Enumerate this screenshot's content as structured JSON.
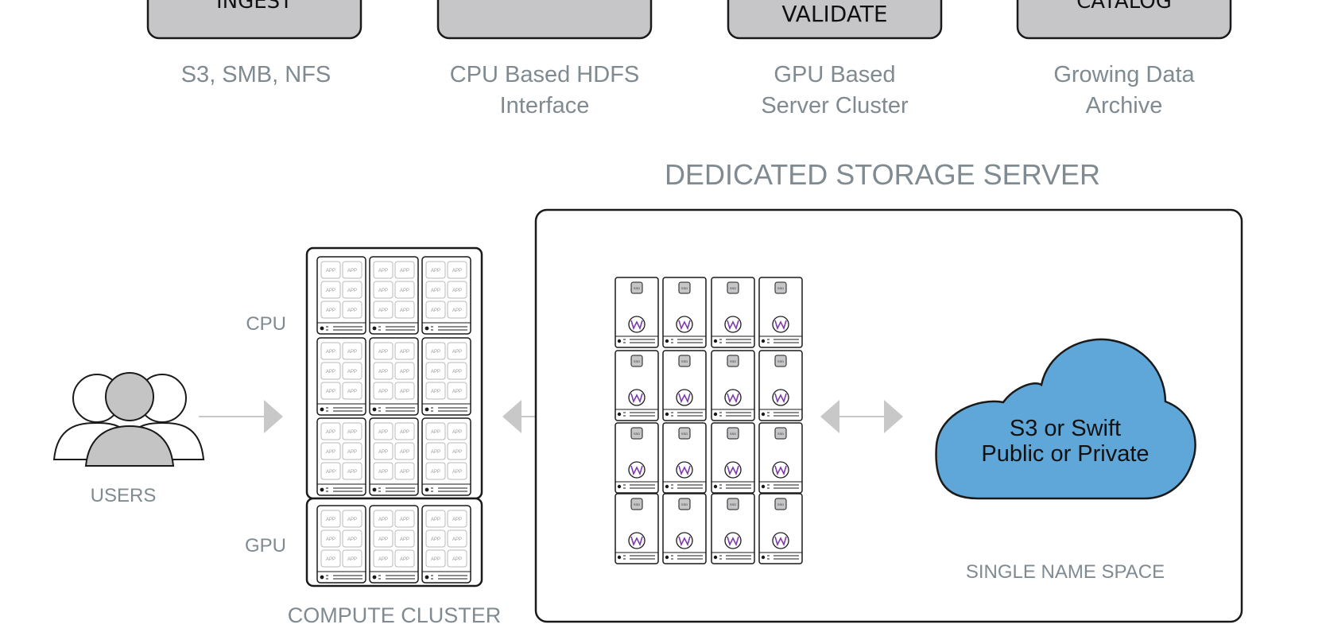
{
  "stages": [
    {
      "title": "INGEST",
      "subtitle": [
        "S3, SMB, NFS"
      ]
    },
    {
      "title": "",
      "subtitle": [
        "CPU Based HDFS",
        "Interface"
      ]
    },
    {
      "title": "VALIDATE",
      "subtitle": [
        "GPU Based",
        "Server Cluster"
      ]
    },
    {
      "title": "CATALOG",
      "subtitle": [
        "Growing Data",
        "Archive"
      ]
    }
  ],
  "users_label": "USERS",
  "cpu_label": "CPU",
  "gpu_label": "GPU",
  "compute_label": "COMPUTE CLUSTER",
  "app_label": "APP",
  "ssd_label": "SSD",
  "storage_title": "DEDICATED STORAGE SERVER",
  "cloud_lines": [
    "S3 or Swift",
    "Public or Private"
  ],
  "namespace_label": "SINGLE NAME SPACE",
  "colors": {
    "stage_fill": "#c6c6c8",
    "label_gray": "#7f8a91",
    "cloud_blue": "#5fa7d9",
    "arrow_gray": "#c8c8c8",
    "person_gray": "#c4c4c4",
    "logo_purple": "#7c3aad",
    "stroke": "#1a1a1a"
  },
  "icons": [
    "users-icon",
    "server-rack-icon",
    "ssd-node-icon",
    "cloud-icon",
    "arrow-right-icon",
    "double-arrow-icon"
  ]
}
